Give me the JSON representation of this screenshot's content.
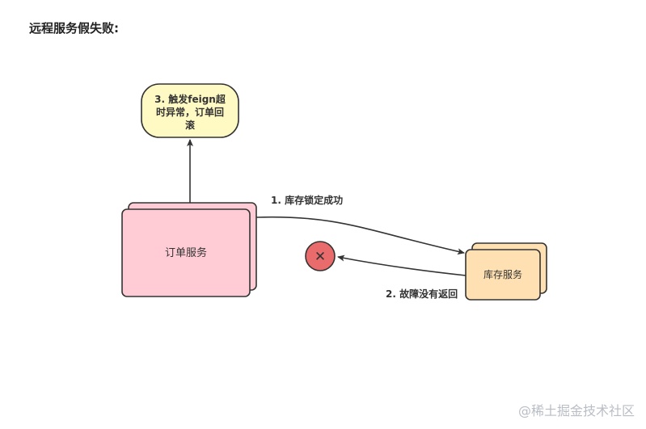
{
  "page_title": "远程服务假失败:",
  "nodes": {
    "order_service": "订单服务",
    "inventory_service": "库存服务",
    "callout_lines": [
      "3. 触发feign超",
      "时异常，订单回",
      "滚"
    ]
  },
  "edges": {
    "lock_success": "1. 库存锁定成功",
    "no_return": "2. 故障没有返回"
  },
  "error_symbol": "✕",
  "watermark": "@稀土掘金技术社区",
  "colors": {
    "order_fill": "#ffccd5",
    "inventory_fill": "#ffe0b2",
    "callout_fill": "#fff9c4",
    "error_fill": "#ea6b6b",
    "stroke": "#333333"
  }
}
